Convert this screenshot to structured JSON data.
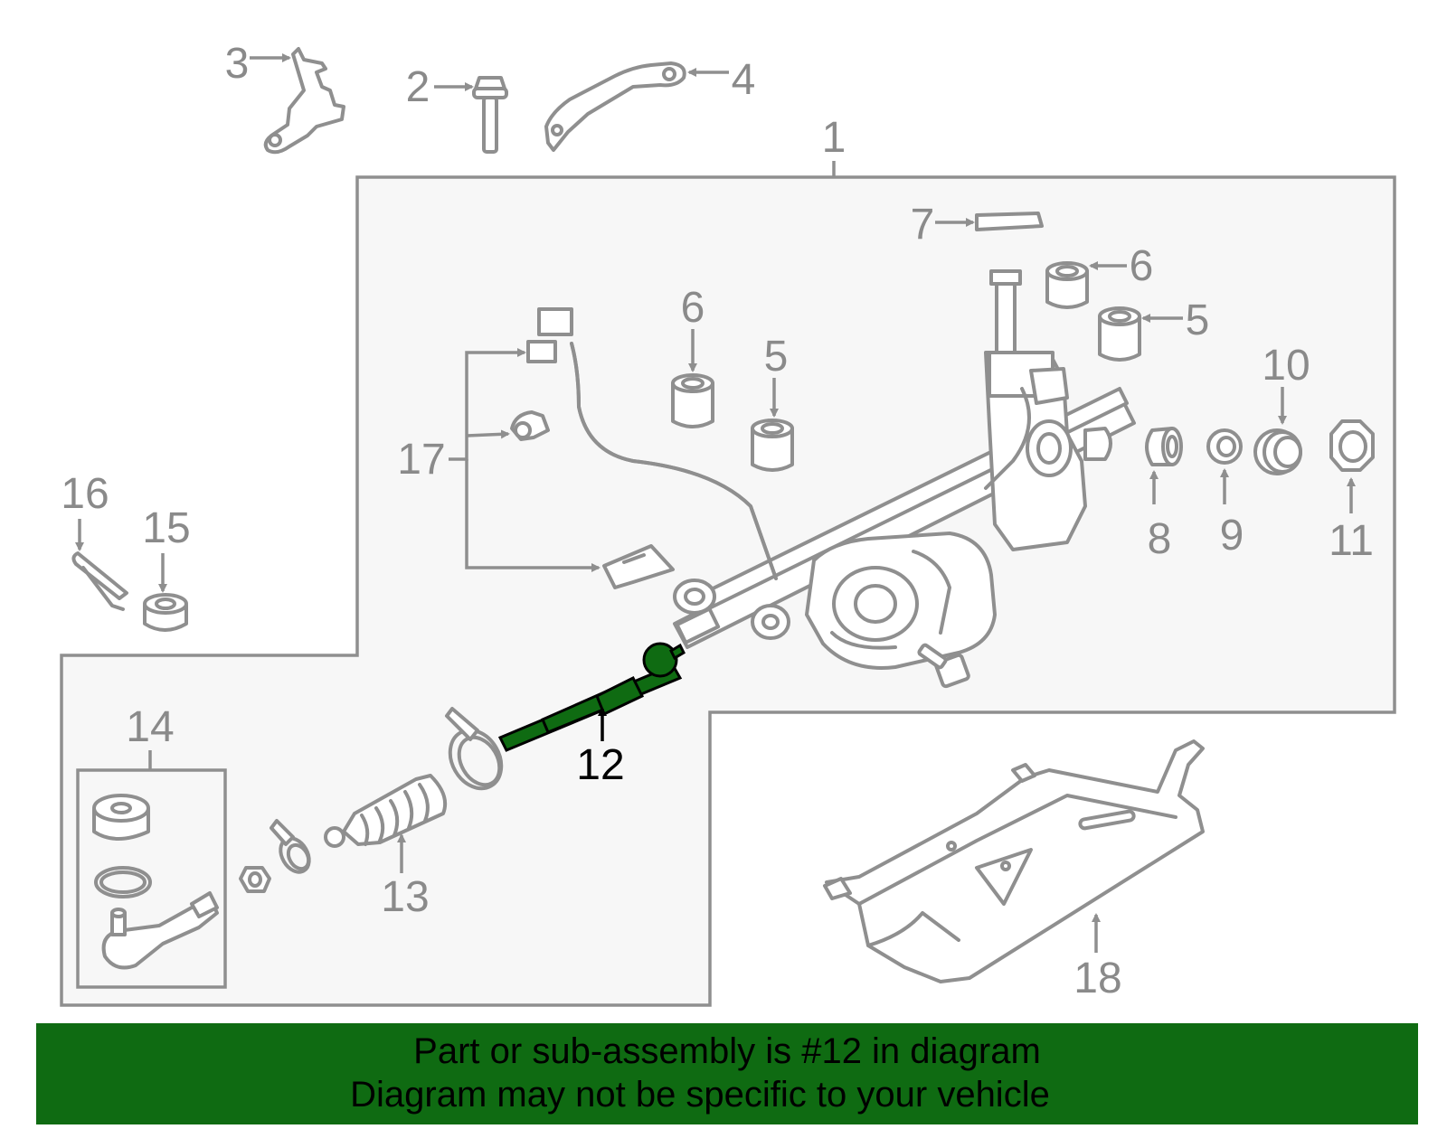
{
  "callouts": {
    "c1": "1",
    "c2": "2",
    "c3": "3",
    "c4": "4",
    "c5a": "5",
    "c5b": "5",
    "c6a": "6",
    "c6b": "6",
    "c7": "7",
    "c8": "8",
    "c9": "9",
    "c10": "10",
    "c11": "11",
    "c12": "12",
    "c13": "13",
    "c14": "14",
    "c15": "15",
    "c16": "16",
    "c17": "17",
    "c18": "18"
  },
  "highlighted_part": "12",
  "colors": {
    "highlight": "#0f6b12",
    "outline": "#8f8f8f",
    "assembly_fill": "#f7f7f7"
  },
  "banner": {
    "line1": "Part or sub-assembly is #12 in diagram",
    "line2": "Diagram may not be specific to your vehicle"
  }
}
